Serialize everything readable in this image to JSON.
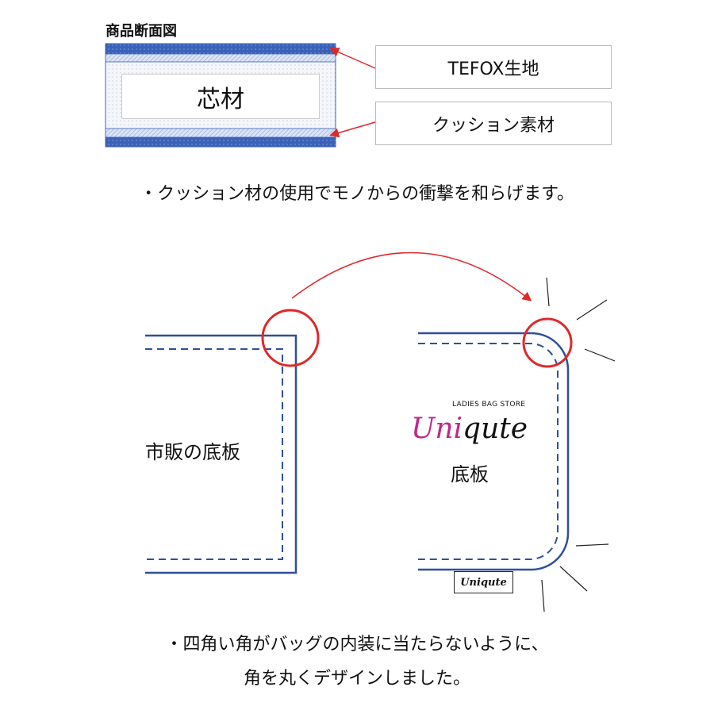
{
  "section_title": "商品断面図",
  "core_label": "芯材",
  "layer_labels": [
    "TEFOX生地",
    "クッション素材"
  ],
  "sentence1": "・クッション材の使用でモノからの衝撃を和らげます。",
  "left_board_label": "市販の底板",
  "right_board": {
    "store_tagline": "LADIES BAG STORE",
    "logo_part1": "Uni",
    "logo_part2": "qute",
    "label": "底板",
    "tag": "Uniqute"
  },
  "sentence2_line1": "・四角い角がバッグの内装に当たらないように、",
  "sentence2_line2": "角を丸くデザインしました。",
  "colors": {
    "dark_blue": "#3a62b8",
    "light_blue": "#c5d3ee",
    "red": "#e0282a",
    "line_blue": "#2f4f9a"
  }
}
